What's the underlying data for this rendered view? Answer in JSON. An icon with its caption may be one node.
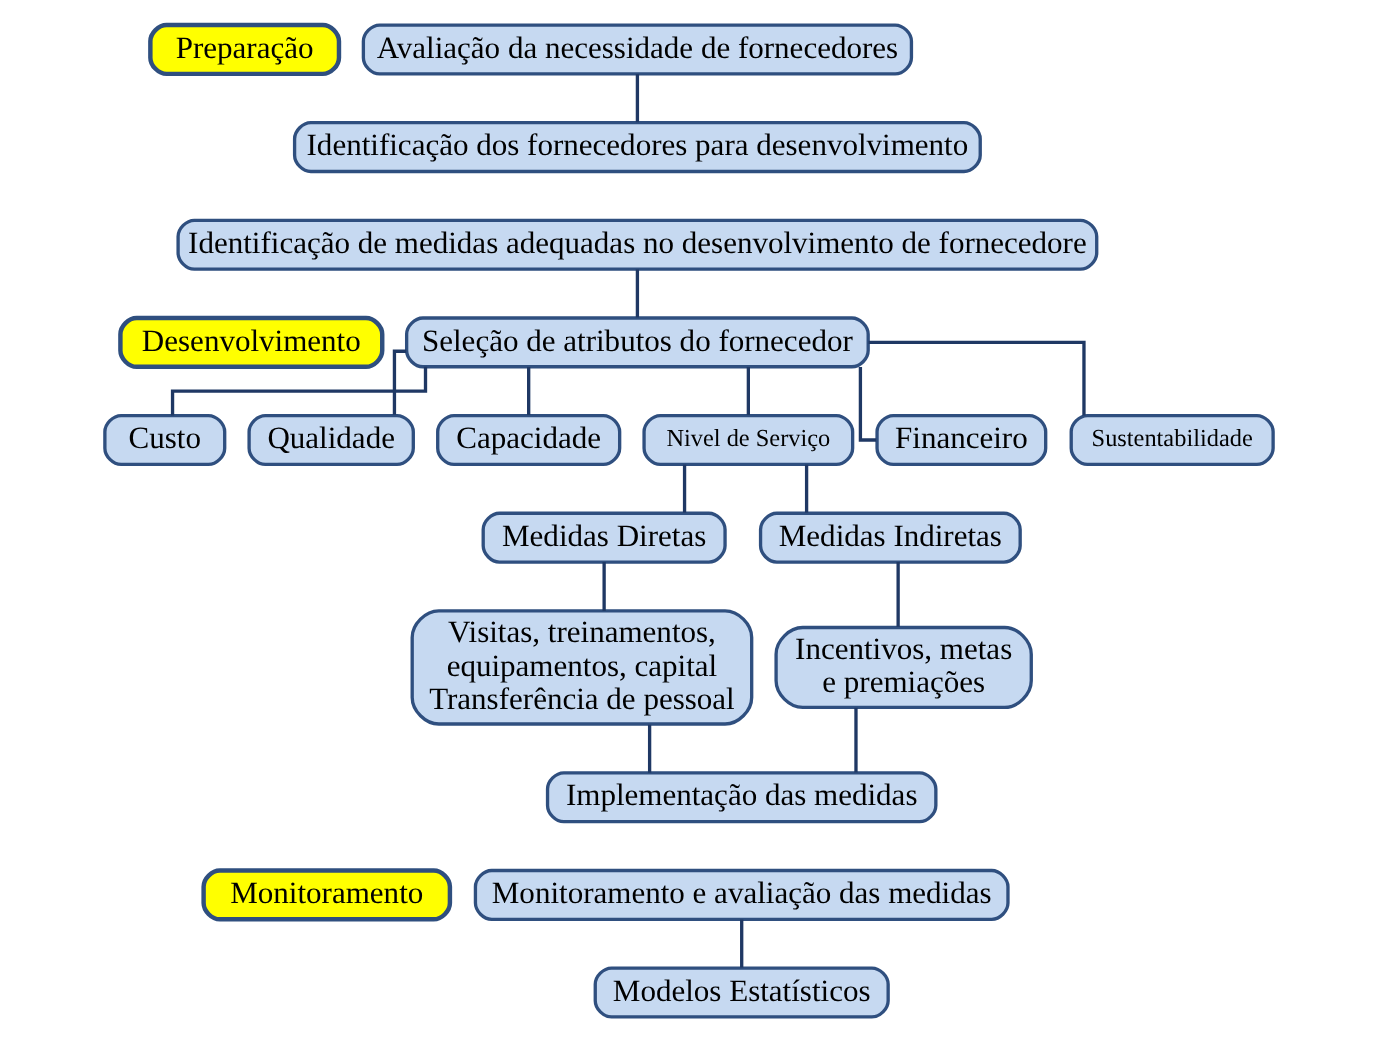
{
  "diagram": {
    "nodes": [
      {
        "text": [
          "Preparação"
        ]
      },
      {
        "text": [
          "Avaliação da necessidade de fornecedores"
        ]
      },
      {
        "text": [
          "Identificação dos fornecedores para desenvolvimento"
        ]
      },
      {
        "text": [
          "Desenvolvimento"
        ]
      },
      {
        "text": [
          "Identificação de medidas adequadas no desenvolvimento de fornecedore"
        ]
      },
      {
        "text": [
          "Seleção de atributos do fornecedor"
        ]
      },
      {
        "text": [
          "Custo"
        ]
      },
      {
        "text": [
          "Qualidade"
        ]
      },
      {
        "text": [
          "Capacidade"
        ]
      },
      {
        "text": [
          "Nivel de Serviço"
        ]
      },
      {
        "text": [
          "Financeiro"
        ]
      },
      {
        "text": [
          "Sustentabilidade"
        ]
      },
      {
        "text": [
          "Medidas Diretas"
        ]
      },
      {
        "text": [
          "Medidas Indiretas"
        ]
      },
      {
        "text": [
          "Visitas, treinamentos, equipamentos, capital Transferência de pessoal"
        ]
      },
      {
        "text": [
          "Incentivos, metas e premiações"
        ]
      },
      {
        "text": [
          "Implementação das medidas"
        ]
      },
      {
        "text": [
          "Monitoramento"
        ]
      },
      {
        "text": [
          "Monitoramento e avaliação das medidas"
        ]
      },
      {
        "text": [
          "Modelos Estatísticos"
        ]
      }
    ],
    "edges": [
      {
        "from": 1,
        "to": 2,
        "arrow": "none"
      },
      {
        "from": 4,
        "to": 5,
        "arrow": "none"
      },
      {
        "from": 5,
        "to": 6,
        "arrow": "none"
      },
      {
        "from": 5,
        "to": 7,
        "arrow": "none"
      },
      {
        "from": 5,
        "to": 8,
        "arrow": "none"
      },
      {
        "from": 5,
        "to": 9,
        "arrow": "none"
      },
      {
        "from": 5,
        "to": 10,
        "arrow": "none"
      },
      {
        "from": 5,
        "to": 11,
        "arrow": "none"
      },
      {
        "from": 9,
        "to": 12,
        "arrow": "none"
      },
      {
        "from": 9,
        "to": 13,
        "arrow": "none"
      },
      {
        "from": 12,
        "to": 14,
        "arrow": "none"
      },
      {
        "from": 13,
        "to": 15,
        "arrow": "none"
      },
      {
        "from": 14,
        "to": 16,
        "arrow": "none"
      },
      {
        "from": 15,
        "to": 16,
        "arrow": "none"
      },
      {
        "from": 18,
        "to": 19,
        "arrow": "none"
      }
    ]
  }
}
